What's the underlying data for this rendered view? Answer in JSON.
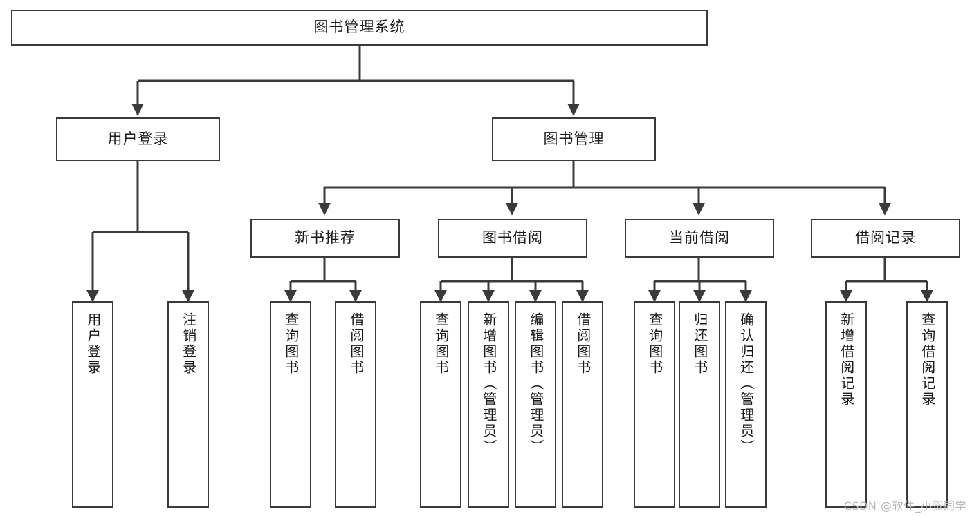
{
  "diagram": {
    "title": "图书管理系统",
    "watermark": "CSDN @软件_小贺同学",
    "colors": {
      "stroke": "#3a3a3a",
      "background": "#ffffff",
      "text": "#1a1a1a",
      "watermark": "#b9b9b9"
    },
    "root": {
      "label": "图书管理系统"
    },
    "level1": [
      {
        "label": "用户登录"
      },
      {
        "label": "图书管理"
      }
    ],
    "level2": [
      {
        "label": "新书推荐"
      },
      {
        "label": "图书借阅"
      },
      {
        "label": "当前借阅"
      },
      {
        "label": "借阅记录"
      }
    ],
    "leaves": {
      "user_login": [
        {
          "label": "用户登录"
        },
        {
          "label": "注销登录"
        }
      ],
      "new_book_recommend": [
        {
          "label": "查询图书"
        },
        {
          "label": "借阅图书"
        }
      ],
      "book_borrow": [
        {
          "label": "查询图书"
        },
        {
          "label": "新增图书（管理员）"
        },
        {
          "label": "编辑图书（管理员）"
        },
        {
          "label": "借阅图书"
        }
      ],
      "current_borrow": [
        {
          "label": "查询图书"
        },
        {
          "label": "归还图书"
        },
        {
          "label": "确认归还（管理员）"
        }
      ],
      "borrow_record": [
        {
          "label": "新增借阅记录"
        },
        {
          "label": "查询借阅记录"
        }
      ]
    }
  }
}
